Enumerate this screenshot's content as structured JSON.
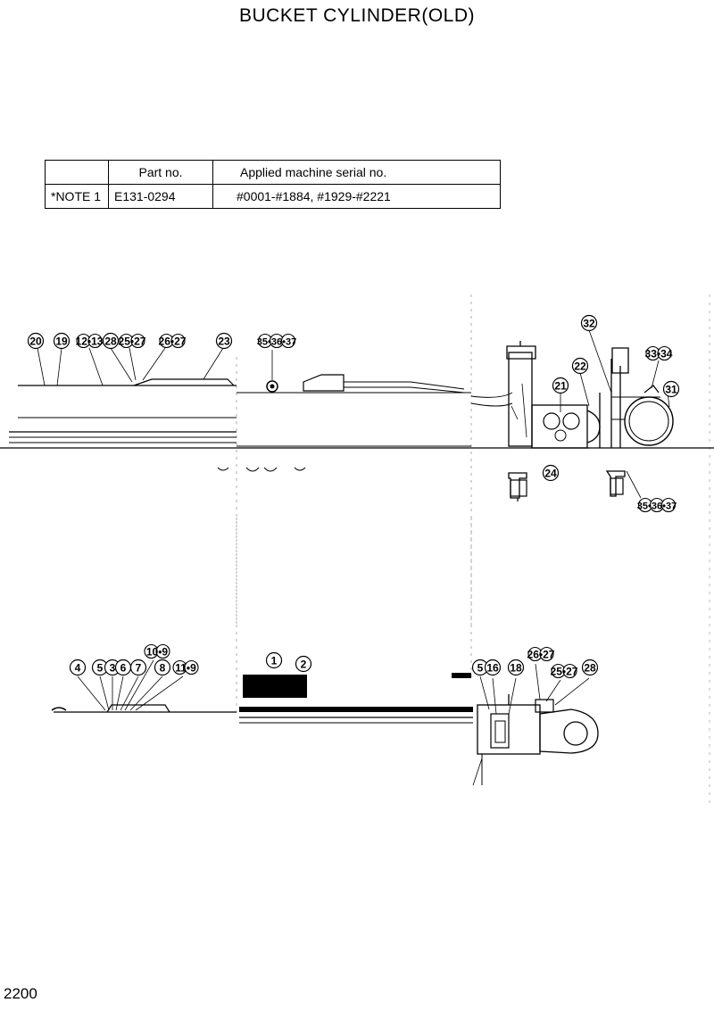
{
  "page": {
    "title": "BUCKET CYLINDER(OLD)",
    "page_number": "2200"
  },
  "applicability_table": {
    "headers": [
      "",
      "Part no.",
      "Applied machine serial no."
    ],
    "rows": [
      {
        "note": "*NOTE 1",
        "part_no": "E131-0294",
        "serials": "#0001-#1884, #1929-#2221"
      }
    ]
  },
  "callouts": {
    "upper": [
      {
        "id": "c20",
        "label": "20"
      },
      {
        "id": "c19",
        "label": "19"
      },
      {
        "id": "c12-13",
        "label": "12•13"
      },
      {
        "id": "c28a",
        "label": "28"
      },
      {
        "id": "c25-27a",
        "label": "25•27"
      },
      {
        "id": "c26-27a",
        "label": "26•27"
      },
      {
        "id": "c23",
        "label": "23"
      },
      {
        "id": "c35-37a",
        "label": "35•36•37"
      },
      {
        "id": "c32",
        "label": "32"
      },
      {
        "id": "c22",
        "label": "22"
      },
      {
        "id": "c21",
        "label": "21"
      },
      {
        "id": "c33-34",
        "label": "33•34"
      },
      {
        "id": "c31",
        "label": "31"
      },
      {
        "id": "c24",
        "label": "24"
      },
      {
        "id": "c35-37b",
        "label": "35•36•37"
      }
    ],
    "lower": [
      {
        "id": "c10-9",
        "label": "10•9"
      },
      {
        "id": "c4",
        "label": "4"
      },
      {
        "id": "c5a",
        "label": "5"
      },
      {
        "id": "c3",
        "label": "3"
      },
      {
        "id": "c6",
        "label": "6"
      },
      {
        "id": "c7",
        "label": "7"
      },
      {
        "id": "c8",
        "label": "8"
      },
      {
        "id": "c11-9",
        "label": "11•9"
      },
      {
        "id": "c1",
        "label": "1"
      },
      {
        "id": "c2",
        "label": "2"
      },
      {
        "id": "c5b",
        "label": "5"
      },
      {
        "id": "c16",
        "label": "16"
      },
      {
        "id": "c18",
        "label": "18"
      },
      {
        "id": "c26-27b",
        "label": "26•27"
      },
      {
        "id": "c25-27b",
        "label": "25•27"
      },
      {
        "id": "c28b",
        "label": "28"
      }
    ]
  },
  "colors": {
    "ink": "#000000",
    "paper": "#ffffff",
    "faint": "#888888"
  }
}
